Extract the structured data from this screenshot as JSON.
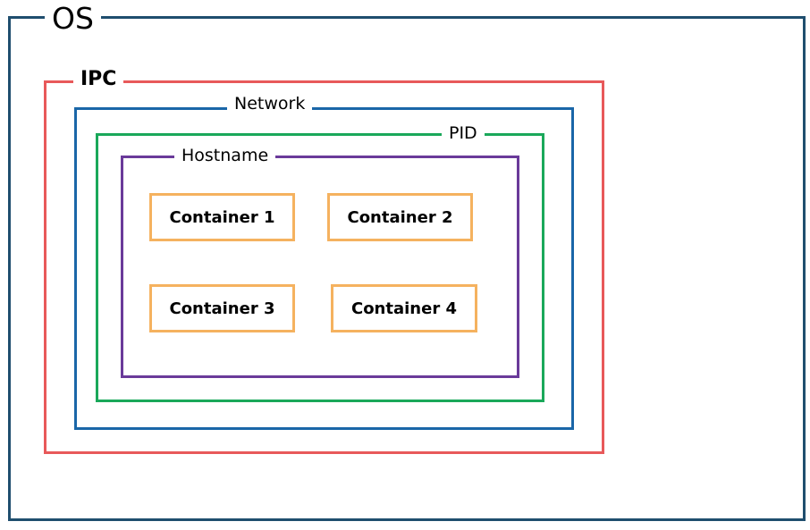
{
  "layers": {
    "os": {
      "label": "OS",
      "color": "#1f4e6e"
    },
    "ipc": {
      "label": "IPC",
      "color": "#e8595a"
    },
    "network": {
      "label": "Network",
      "color": "#1a66a8"
    },
    "pid": {
      "label": "PID",
      "color": "#1aa85a"
    },
    "hostname": {
      "label": "Hostname",
      "color": "#6a3a9a"
    }
  },
  "containers": [
    {
      "label": "Container 1"
    },
    {
      "label": "Container 2"
    },
    {
      "label": "Container 3"
    },
    {
      "label": "Container 4"
    }
  ],
  "container_border_color": "#f5b25f"
}
